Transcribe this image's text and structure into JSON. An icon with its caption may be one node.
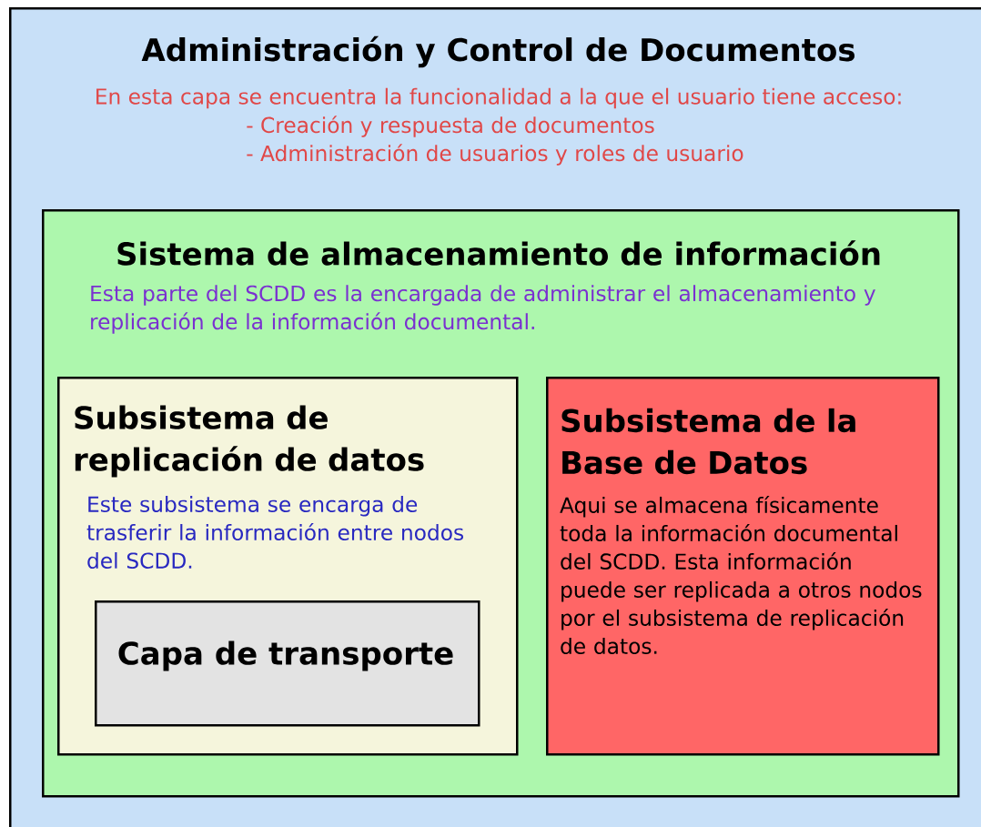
{
  "diagram": {
    "nodes": [
      {
        "text": [
          "Administración y Control de Documentos",
          "En esta capa se encuentra la funcionalidad a la que el usuario tiene acceso:",
          "- Creación y respuesta de documentos",
          "- Administración de usuarios y roles de usuario"
        ]
      },
      {
        "text": [
          "Sistema de almacenamiento de información",
          "Esta parte del SCDD es la encargada de administrar el almacenamiento y replicación de la información documental."
        ],
        "in": 0
      },
      {
        "text": [
          "Subsistema de replicación de datos",
          "Este subsistema se encarga de trasferir la información entre nodos del SCDD."
        ],
        "in": 1
      },
      {
        "text": [
          "Capa de transporte"
        ],
        "in": 2
      },
      {
        "text": [
          "Subsistema de la Base de Datos",
          "Aqui se almacena físicamente toda la información documental del SCDD. Esta información puede ser replicada a otros nodos por el subsistema de replicación de datos."
        ],
        "in": 1
      }
    ]
  }
}
